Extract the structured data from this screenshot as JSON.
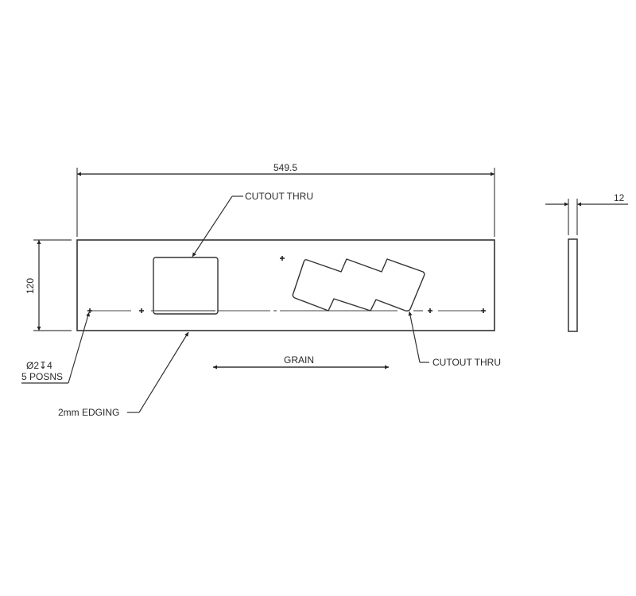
{
  "drawing": {
    "type": "panel-technical-drawing",
    "line_color": "#333333",
    "background": "#ffffff",
    "front_view": {
      "width_dim": "549.5",
      "height_dim": "120",
      "hole_note_line1": "Ø2↧4",
      "hole_note_line2": "5 POSNS",
      "edging_note": "2mm EDGING",
      "grain_label": "GRAIN",
      "cutout_label_1": "CUTOUT THRU",
      "cutout_label_2": "CUTOUT THRU"
    },
    "side_view": {
      "thickness_dim": "12"
    }
  }
}
